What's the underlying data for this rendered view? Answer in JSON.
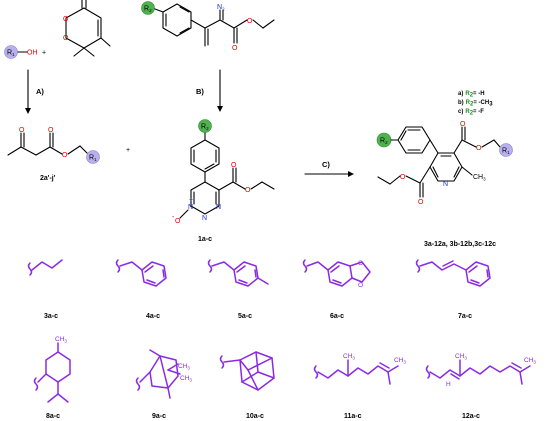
{
  "reagents": {
    "r1_label": "R",
    "r1_sub": "1",
    "oh": "OH",
    "plus": "+",
    "r2_label": "R",
    "r2_sub": "2",
    "n2": "N",
    "n2_sub": "2"
  },
  "steps": {
    "a": "A)",
    "b": "B)",
    "c": "C)"
  },
  "legend": {
    "a_prefix": "a)",
    "a_r": "R",
    "a_sub": "2",
    "a_val": "= -H",
    "b_prefix": "b)",
    "b_r": "R",
    "b_sub": "2",
    "b_val": "= -CH",
    "b_val_sub": "3",
    "c_prefix": "c)",
    "c_r": "R",
    "c_sub": "2",
    "c_val": "= -F"
  },
  "compounds": {
    "c2": "2a'-j'",
    "c1": "1a-c",
    "c3": "3a-12a, 3b-12b,3c-12c"
  },
  "substituents": [
    {
      "label": "3a-c"
    },
    {
      "label": "4a-c"
    },
    {
      "label": "5a-c"
    },
    {
      "label": "6a-c"
    },
    {
      "label": "7a-c"
    },
    {
      "label": "8a-c"
    },
    {
      "label": "9a-c"
    },
    {
      "label": "10a-c"
    },
    {
      "label": "11a-c"
    },
    {
      "label": "12a-c"
    }
  ],
  "atoms": {
    "O": "O",
    "N": "N",
    "H": "H",
    "CH3": "CH",
    "CH3_sub": "3",
    "plus": "+",
    "minus": "-"
  },
  "colors": {
    "r1_circle": "#b8b0ee",
    "r2_circle": "#4fb24f",
    "substituent": "#8a2be2"
  }
}
